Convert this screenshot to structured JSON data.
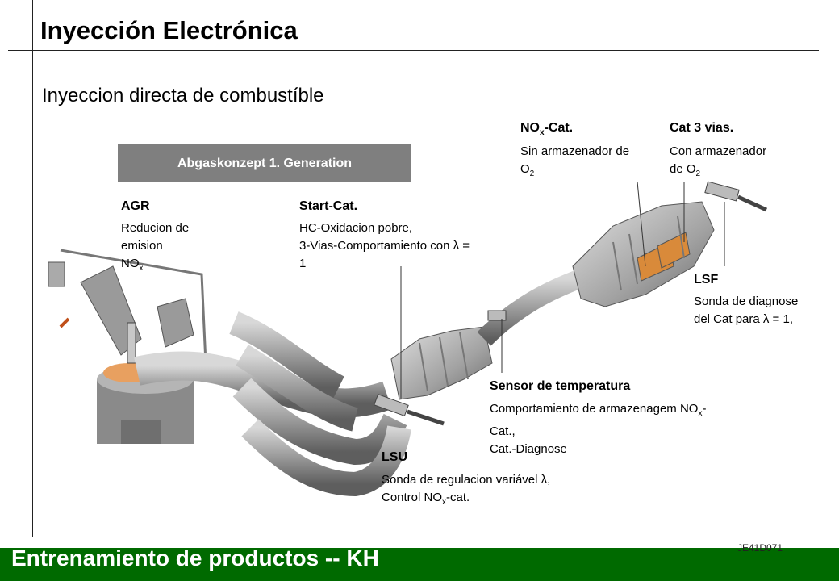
{
  "title": "Inyección Electrónica",
  "subtitle": "Inyeccion directa de combustíble",
  "generation_box": "Abgaskonzept 1. Generation",
  "labels": {
    "agr": {
      "title": "AGR",
      "line1": "Reducion de",
      "line2": "emision",
      "line3": "NO",
      "line3_sub": "x"
    },
    "start_cat": {
      "title": "Start-Cat.",
      "line1": "HC-Oxidacion pobre,",
      "line2": "3-Vias-Comportamiento con λ =",
      "line3": "1"
    },
    "nox_cat": {
      "title_main": "NO",
      "title_sub": "x",
      "title_end": "-Cat.",
      "line1": "Sin armazenador de",
      "line2": "O",
      "line2_sub": "2"
    },
    "cat3": {
      "title": "Cat 3 vias.",
      "line1": "Con armazenador",
      "line2": "de O",
      "line2_sub": "2"
    },
    "lsf": {
      "title": "LSF",
      "line1": "Sonda de diagnose",
      "line2": "del Cat para λ = 1,"
    },
    "sensor_temp": {
      "title": "Sensor de temperatura",
      "line1": "Comportamiento de armazenagem NO",
      "line1_sub": "x",
      "line1_end": "-",
      "line2": "Cat.,",
      "line3": "Cat.-Diagnose"
    },
    "lsu": {
      "title": "LSU",
      "line1": "Sonda de regulacion variável λ,",
      "line2_a": "Control NO",
      "line2_sub": "x",
      "line2_b": "-cat."
    }
  },
  "footer": "Entrenamiento de productos -- KH",
  "code": "JE41D071",
  "colors": {
    "footer_bg": "#006a00",
    "box_bg": "#7f7f7f",
    "metal": "#9a9a9a",
    "catalyst": "#d98a3a"
  }
}
